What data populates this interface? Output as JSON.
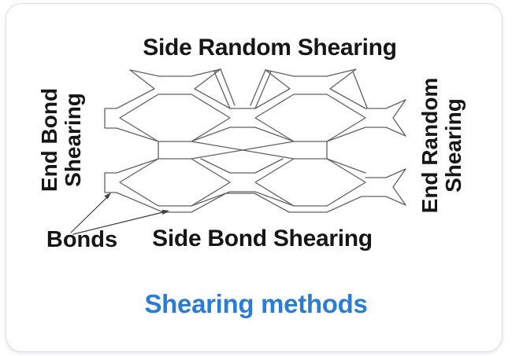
{
  "diagram": {
    "title_top": "Side Random Shearing",
    "left_label": {
      "line1": "End Bond",
      "line2": "Shearing"
    },
    "right_label": {
      "line1": "End Random",
      "line2": "Shearing"
    },
    "bonds_label": "Bonds",
    "bottom_label": "Side Bond Shearing",
    "mesh_description": "expanded-metal-mesh-pattern"
  },
  "caption": {
    "text": "Shearing methods"
  },
  "colors": {
    "mesh_line": "#616161",
    "arrow_line": "#3d3d3d",
    "label_text": "#161616",
    "caption_blue": "#2b7cd3",
    "card_border": "#dcdee3",
    "card_background": "#ffffff"
  }
}
